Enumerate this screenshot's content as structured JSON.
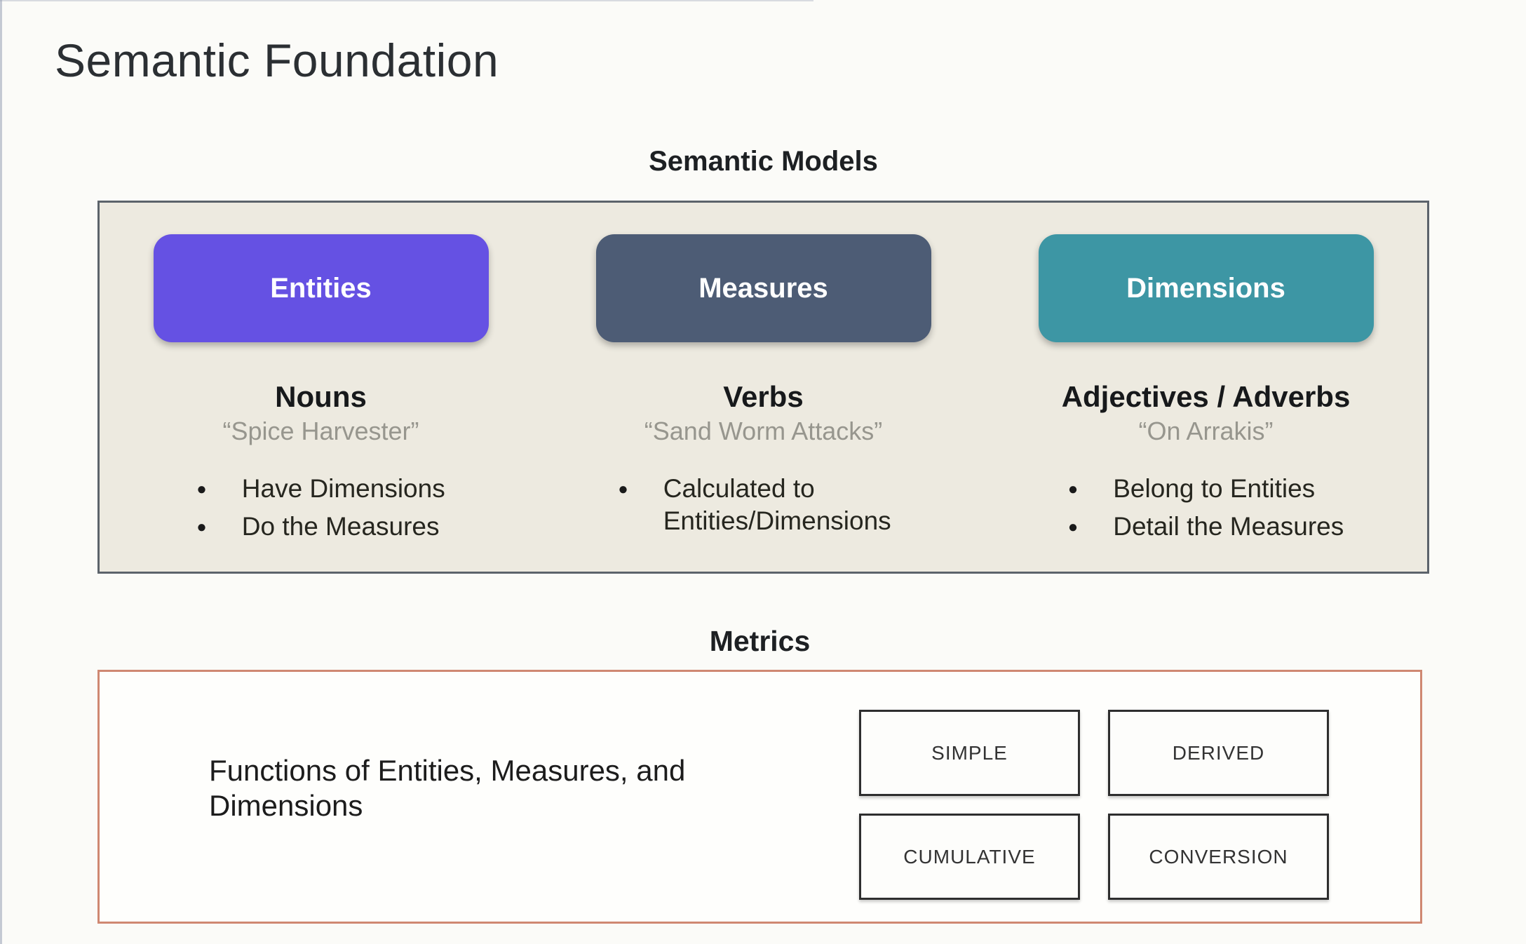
{
  "slide": {
    "title": "Semantic Foundation"
  },
  "semantic_models": {
    "heading": "Semantic Models",
    "columns": [
      {
        "pill": "Entities",
        "pill_color": "#6551e3",
        "role": "Nouns",
        "example": "“Spice Harvester”",
        "bullets": [
          "Have Dimensions",
          "Do the Measures"
        ]
      },
      {
        "pill": "Measures",
        "pill_color": "#4d5c75",
        "role": "Verbs",
        "example": "“Sand Worm Attacks”",
        "bullets": [
          "Calculated to Entities/Dimensions"
        ]
      },
      {
        "pill": "Dimensions",
        "pill_color": "#3d96a4",
        "role": "Adjectives / Adverbs",
        "example": "“On Arrakis”",
        "bullets": [
          "Belong to Entities",
          "Detail the Measures"
        ]
      }
    ]
  },
  "metrics": {
    "heading": "Metrics",
    "description": "Functions of Entities, Measures, and Dimensions",
    "types": [
      "SIMPLE",
      "DERIVED",
      "CUMULATIVE",
      "CONVERSION"
    ]
  },
  "colors": {
    "entities_pill": "#6551e3",
    "measures_pill": "#4d5c75",
    "dimensions_pill": "#3d96a4",
    "models_box_bg": "#edeae0",
    "models_box_border": "#5c636b",
    "metrics_box_border": "#cf8872"
  }
}
